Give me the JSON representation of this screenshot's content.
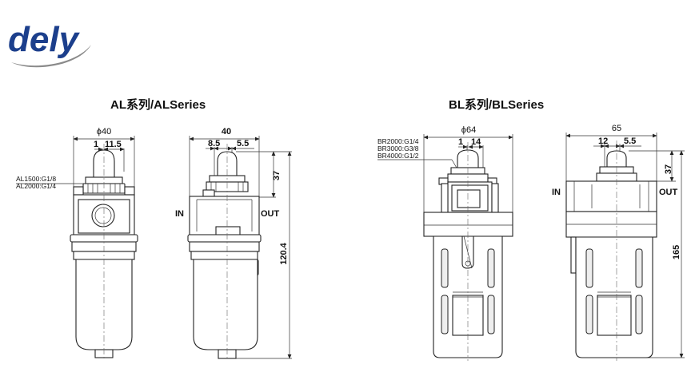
{
  "logo": {
    "text": "dely",
    "color": "#1c3f8c",
    "swoosh_color": "#8a8a8a"
  },
  "al": {
    "title": "AL系列/ALSeries",
    "front": {
      "dia": "ϕ40",
      "dim_a": "1",
      "dim_b": "11.5",
      "ports": [
        "AL1500:G1/8",
        "AL2000:G1/4"
      ]
    },
    "side": {
      "width": "40",
      "dim_a": "8.5",
      "dim_b": "5.5",
      "top_h": "37",
      "total_h": "120.4",
      "in": "IN",
      "out": "OUT"
    }
  },
  "bl": {
    "title": "BL系列/BLSeries",
    "front": {
      "dia": "ϕ64",
      "dim_a": "1",
      "dim_b": "14",
      "ports": [
        "BR2000:G1/4",
        "BR3000:G3/8",
        "BR4000:G1/2"
      ]
    },
    "side": {
      "width": "65",
      "dim_a": "12",
      "dim_b": "5.5",
      "top_h": "37",
      "total_h": "165",
      "in": "IN",
      "out": "OUT"
    }
  }
}
